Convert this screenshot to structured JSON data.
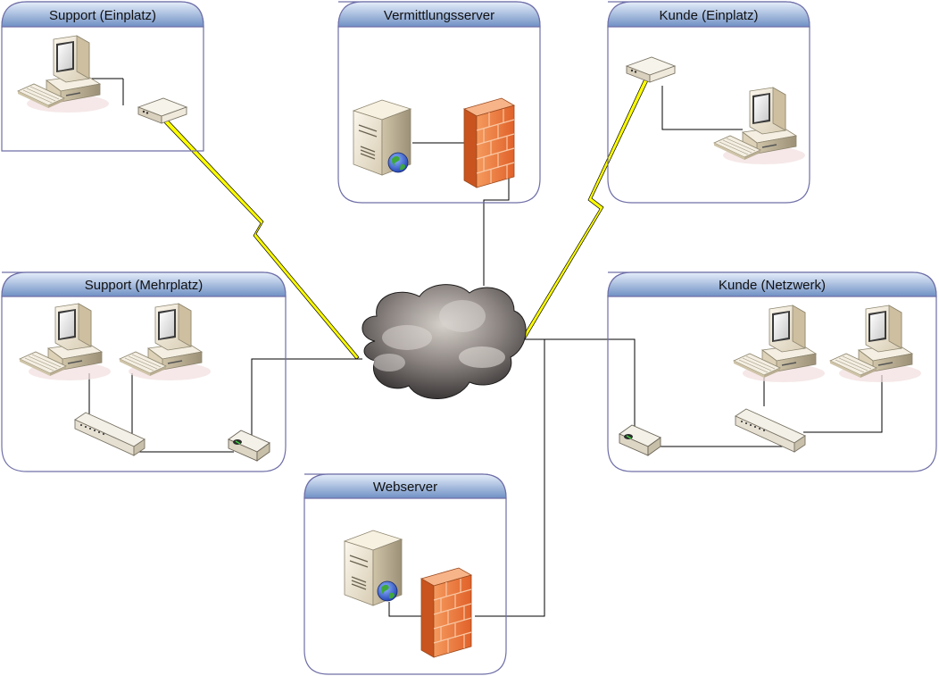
{
  "panels": {
    "support_einplatz": {
      "title": "Support (Einplatz)"
    },
    "vermittlungsserver": {
      "title": "Vermittlungsserver"
    },
    "kunde_einplatz": {
      "title": "Kunde (Einplatz)"
    },
    "support_mehrplatz": {
      "title": "Support (Mehrplatz)"
    },
    "kunde_netzwerk": {
      "title": "Kunde (Netzwerk)"
    },
    "webserver": {
      "title": "Webserver"
    }
  },
  "colors": {
    "panel_border": "#6f6fa8",
    "header_top": "#e6eefa",
    "header_bottom": "#6f90c4",
    "wireless_link": "#ffff00",
    "wired_link": "#000000",
    "firewall": "#ee7a3c",
    "cloud": "#5a5555"
  },
  "icons": [
    "computer-icon",
    "modem-icon",
    "server-icon",
    "firewall-icon",
    "hub-icon",
    "router-icon",
    "cloud-icon",
    "globe-icon"
  ]
}
